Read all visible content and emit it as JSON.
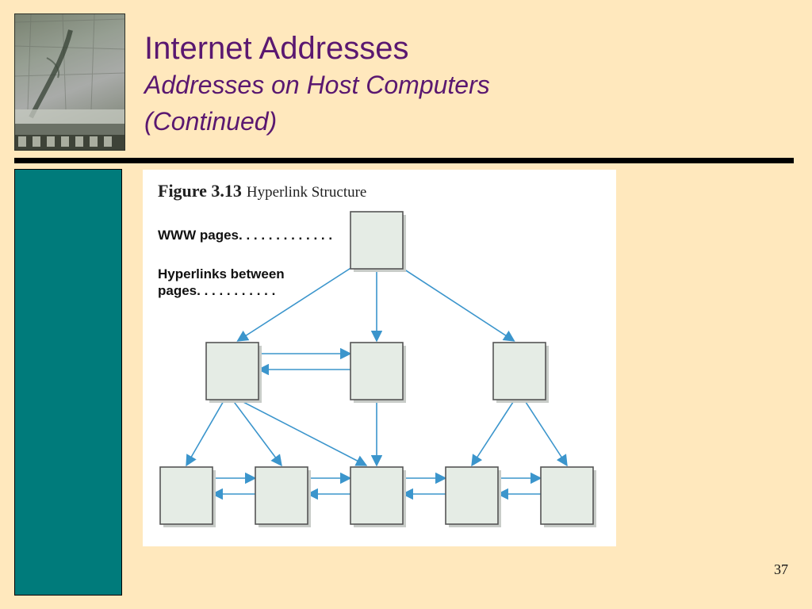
{
  "slide": {
    "title": "Internet Addresses",
    "subtitle_line1": "Addresses on Host Computers",
    "subtitle_line2": "(Continued)",
    "slide_number": "37"
  },
  "figure": {
    "number": "Figure 3.13",
    "name": "Hyperlink Structure",
    "legend_pages": "WWW pages. . . . . . . . . . . . .",
    "legend_links_line1": "Hyperlinks between",
    "legend_links_line2": "pages. . . . . . . . . . .",
    "box_color": "#e5ece5",
    "arrow_color": "#3b95cc"
  },
  "colors": {
    "background": "#ffe8bd",
    "title": "#5a1870",
    "sidebar": "#007b7b",
    "rule": "#000000"
  },
  "diagram": {
    "nodes": [
      "root",
      "m1",
      "m2",
      "m3",
      "b1",
      "b2",
      "b3",
      "b4",
      "b5"
    ],
    "links": [
      [
        "root",
        "m1"
      ],
      [
        "root",
        "m2"
      ],
      [
        "root",
        "m3"
      ],
      [
        "m1",
        "m2"
      ],
      [
        "m2",
        "m1"
      ],
      [
        "m1",
        "b1"
      ],
      [
        "m1",
        "b2"
      ],
      [
        "m1",
        "b3"
      ],
      [
        "m2",
        "b3"
      ],
      [
        "m3",
        "b4"
      ],
      [
        "m3",
        "b5"
      ],
      [
        "b1",
        "b2"
      ],
      [
        "b2",
        "b1"
      ],
      [
        "b2",
        "b3"
      ],
      [
        "b3",
        "b2"
      ],
      [
        "b3",
        "b4"
      ],
      [
        "b4",
        "b3"
      ],
      [
        "b4",
        "b5"
      ],
      [
        "b5",
        "b4"
      ]
    ]
  }
}
